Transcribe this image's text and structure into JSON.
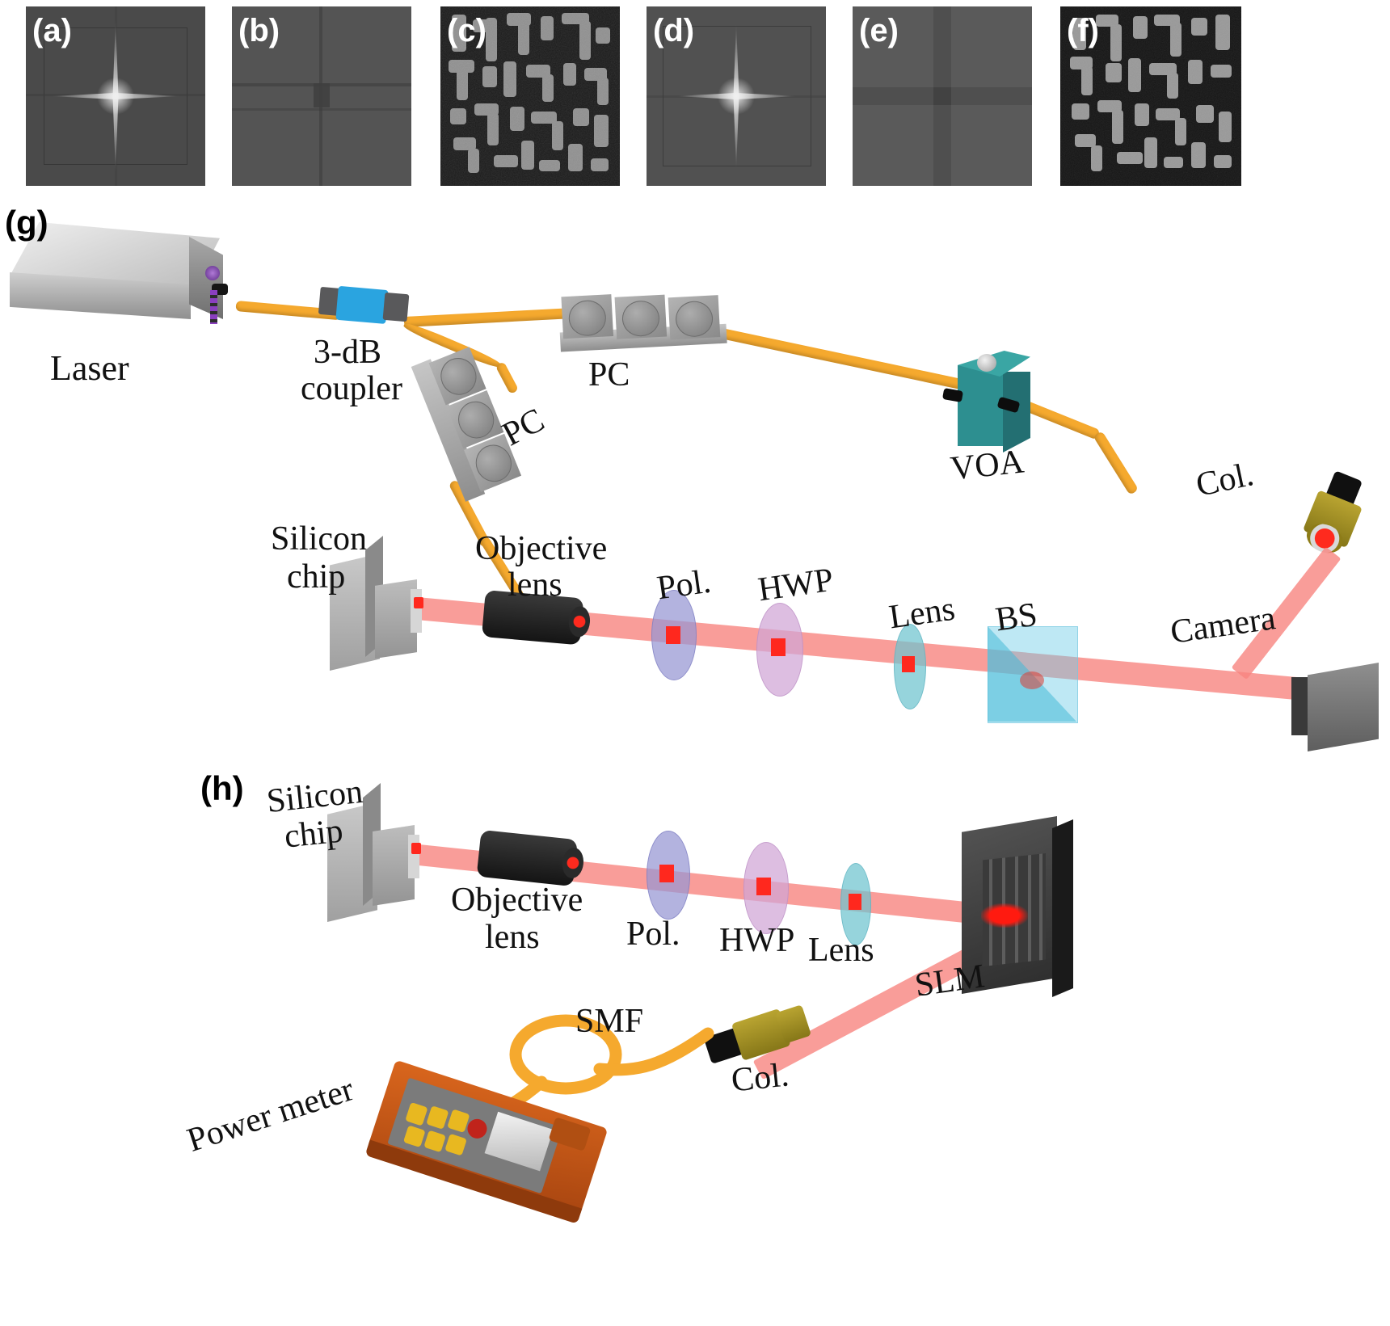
{
  "figure": {
    "panels": [
      {
        "id": "a",
        "label": "(a)",
        "kind": "optical-micrograph-flare"
      },
      {
        "id": "b",
        "label": "(b)",
        "kind": "optical-micrograph-cross"
      },
      {
        "id": "c",
        "label": "(c)",
        "kind": "sem-inverse-design"
      },
      {
        "id": "d",
        "label": "(d)",
        "kind": "optical-micrograph-flare"
      },
      {
        "id": "e",
        "label": "(e)",
        "kind": "optical-micrograph-cross"
      },
      {
        "id": "f",
        "label": "(f)",
        "kind": "sem-inverse-design"
      },
      {
        "id": "g",
        "label": "(g)",
        "kind": "setup-schematic-camera"
      },
      {
        "id": "h",
        "label": "(h)",
        "kind": "setup-schematic-slm"
      }
    ]
  },
  "setup_g": {
    "label": "(g)",
    "components": [
      {
        "name": "laser",
        "label": "Laser"
      },
      {
        "name": "coupler-3db",
        "label": "3-dB\ncoupler",
        "line1": "3-dB",
        "line2": "coupler"
      },
      {
        "name": "pol-controller-upper",
        "label": "PC"
      },
      {
        "name": "pol-controller-lower",
        "label": "PC"
      },
      {
        "name": "voa",
        "label": "VOA"
      },
      {
        "name": "collimator",
        "label": "Col."
      },
      {
        "name": "silicon-chip",
        "label": "Silicon\nchip",
        "line1": "Silicon",
        "line2": "chip"
      },
      {
        "name": "objective-lens",
        "label": "Objective\nlens",
        "line1": "Objective",
        "line2": "lens"
      },
      {
        "name": "polarizer",
        "label": "Pol."
      },
      {
        "name": "half-wave-plate",
        "label": "HWP"
      },
      {
        "name": "lens",
        "label": "Lens"
      },
      {
        "name": "beam-splitter",
        "label": "BS"
      },
      {
        "name": "camera",
        "label": "Camera"
      }
    ]
  },
  "setup_h": {
    "label": "(h)",
    "components": [
      {
        "name": "silicon-chip",
        "label": "Silicon\nchip",
        "line1": "Silicon",
        "line2": "chip"
      },
      {
        "name": "objective-lens",
        "label": "Objective\nlens",
        "line1": "Objective",
        "line2": "lens"
      },
      {
        "name": "polarizer",
        "label": "Pol."
      },
      {
        "name": "half-wave-plate",
        "label": "HWP"
      },
      {
        "name": "lens",
        "label": "Lens"
      },
      {
        "name": "slm",
        "label": "SLM"
      },
      {
        "name": "collimator",
        "label": "Col."
      },
      {
        "name": "single-mode-fiber",
        "label": "SMF"
      },
      {
        "name": "power-meter",
        "label": "Power meter"
      }
    ]
  },
  "labels": {
    "a": "(a)",
    "b": "(b)",
    "c": "(c)",
    "d": "(d)",
    "e": "(e)",
    "f": "(f)",
    "g": "(g)",
    "h": "(h)",
    "laser": "Laser",
    "coupler_l1": "3-dB",
    "coupler_l2": "coupler",
    "pc_upper": "PC",
    "pc_lower": "PC",
    "voa": "VOA",
    "col_g": "Col.",
    "chip_g_l1": "Silicon",
    "chip_g_l2": "chip",
    "obj_g_l1": "Objective",
    "obj_g_l2": "lens",
    "pol_g": "Pol.",
    "hwp_g": "HWP",
    "lens_g": "Lens",
    "bs": "BS",
    "camera": "Camera",
    "chip_h_l1": "Silicon",
    "chip_h_l2": "chip",
    "obj_h_l1": "Objective",
    "obj_h_l2": "lens",
    "pol_h": "Pol.",
    "hwp_h": "HWP",
    "lens_h": "Lens",
    "slm": "SLM",
    "col_h": "Col.",
    "smf": "SMF",
    "power_meter": "Power meter"
  },
  "colors": {
    "fiber": "#f5a92e",
    "beam": "#f88580",
    "beam_core": "#ff281e",
    "coupler": "#2aa4e0",
    "voa": "#2d8f90",
    "collimator": "#b9a431",
    "polarizer": "#9a9ad0",
    "hwp": "#d2a8d6",
    "lens": "#6fc4cf",
    "beamsplitter": "#6ecde6",
    "power_meter": "#d9661d",
    "power_meter_key": "#e8b820",
    "metal": "#b0b0b0",
    "objective": "#1b1b1b",
    "slm": "#3a3a3a",
    "background": "#ffffff"
  }
}
